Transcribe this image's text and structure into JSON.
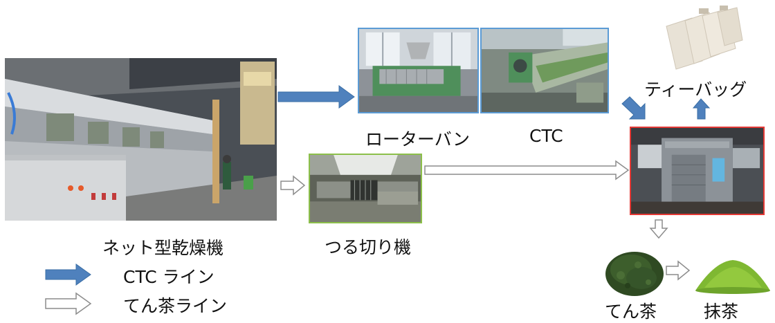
{
  "labels": {
    "net_dryer": "ネット型乾燥機",
    "rotorvane": "ローターバン",
    "ctc": "CTC",
    "tsuru_cutter": "つる切り機",
    "tea_bag": "ティーバッグ",
    "tencha": "てん茶",
    "matcha": "抹茶"
  },
  "legend": {
    "ctc_line": "CTC ライン",
    "tencha_line": "てん茶ライン"
  },
  "colors": {
    "ctc_arrow": "#4f81bd",
    "tencha_arrow_outline": "#8c8c8c",
    "rotorvane_border": "#5b9bd5",
    "cutter_border": "#8cbf4a",
    "grinder_border": "#e53935"
  }
}
